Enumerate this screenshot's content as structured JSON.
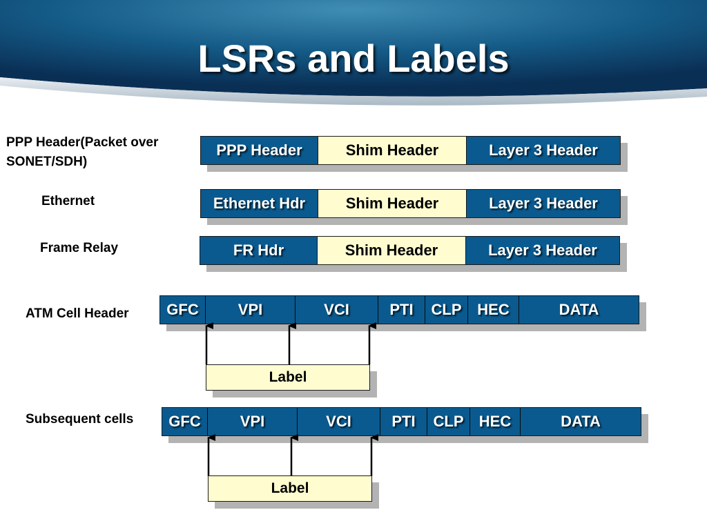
{
  "title": "LSRs and Labels",
  "rows": [
    {
      "label": "PPP Header(Packet over SONET/SDH)",
      "first": "PPP Header",
      "shim": "Shim Header",
      "layer3": "Layer 3 Header"
    },
    {
      "label": "Ethernet",
      "first": "Ethernet Hdr",
      "shim": "Shim Header",
      "layer3": "Layer 3 Header"
    },
    {
      "label": "Frame Relay",
      "first": "FR Hdr",
      "shim": "Shim Header",
      "layer3": "Layer 3 Header"
    }
  ],
  "atm": [
    {
      "label": "ATM Cell Header",
      "fields": [
        "GFC",
        "VPI",
        "VCI",
        "PTI",
        "CLP",
        "HEC",
        "DATA"
      ],
      "label_box": "Label"
    },
    {
      "label": "Subsequent cells",
      "fields": [
        "GFC",
        "VPI",
        "VCI",
        "PTI",
        "CLP",
        "HEC",
        "DATA"
      ],
      "label_box": "Label"
    }
  ]
}
